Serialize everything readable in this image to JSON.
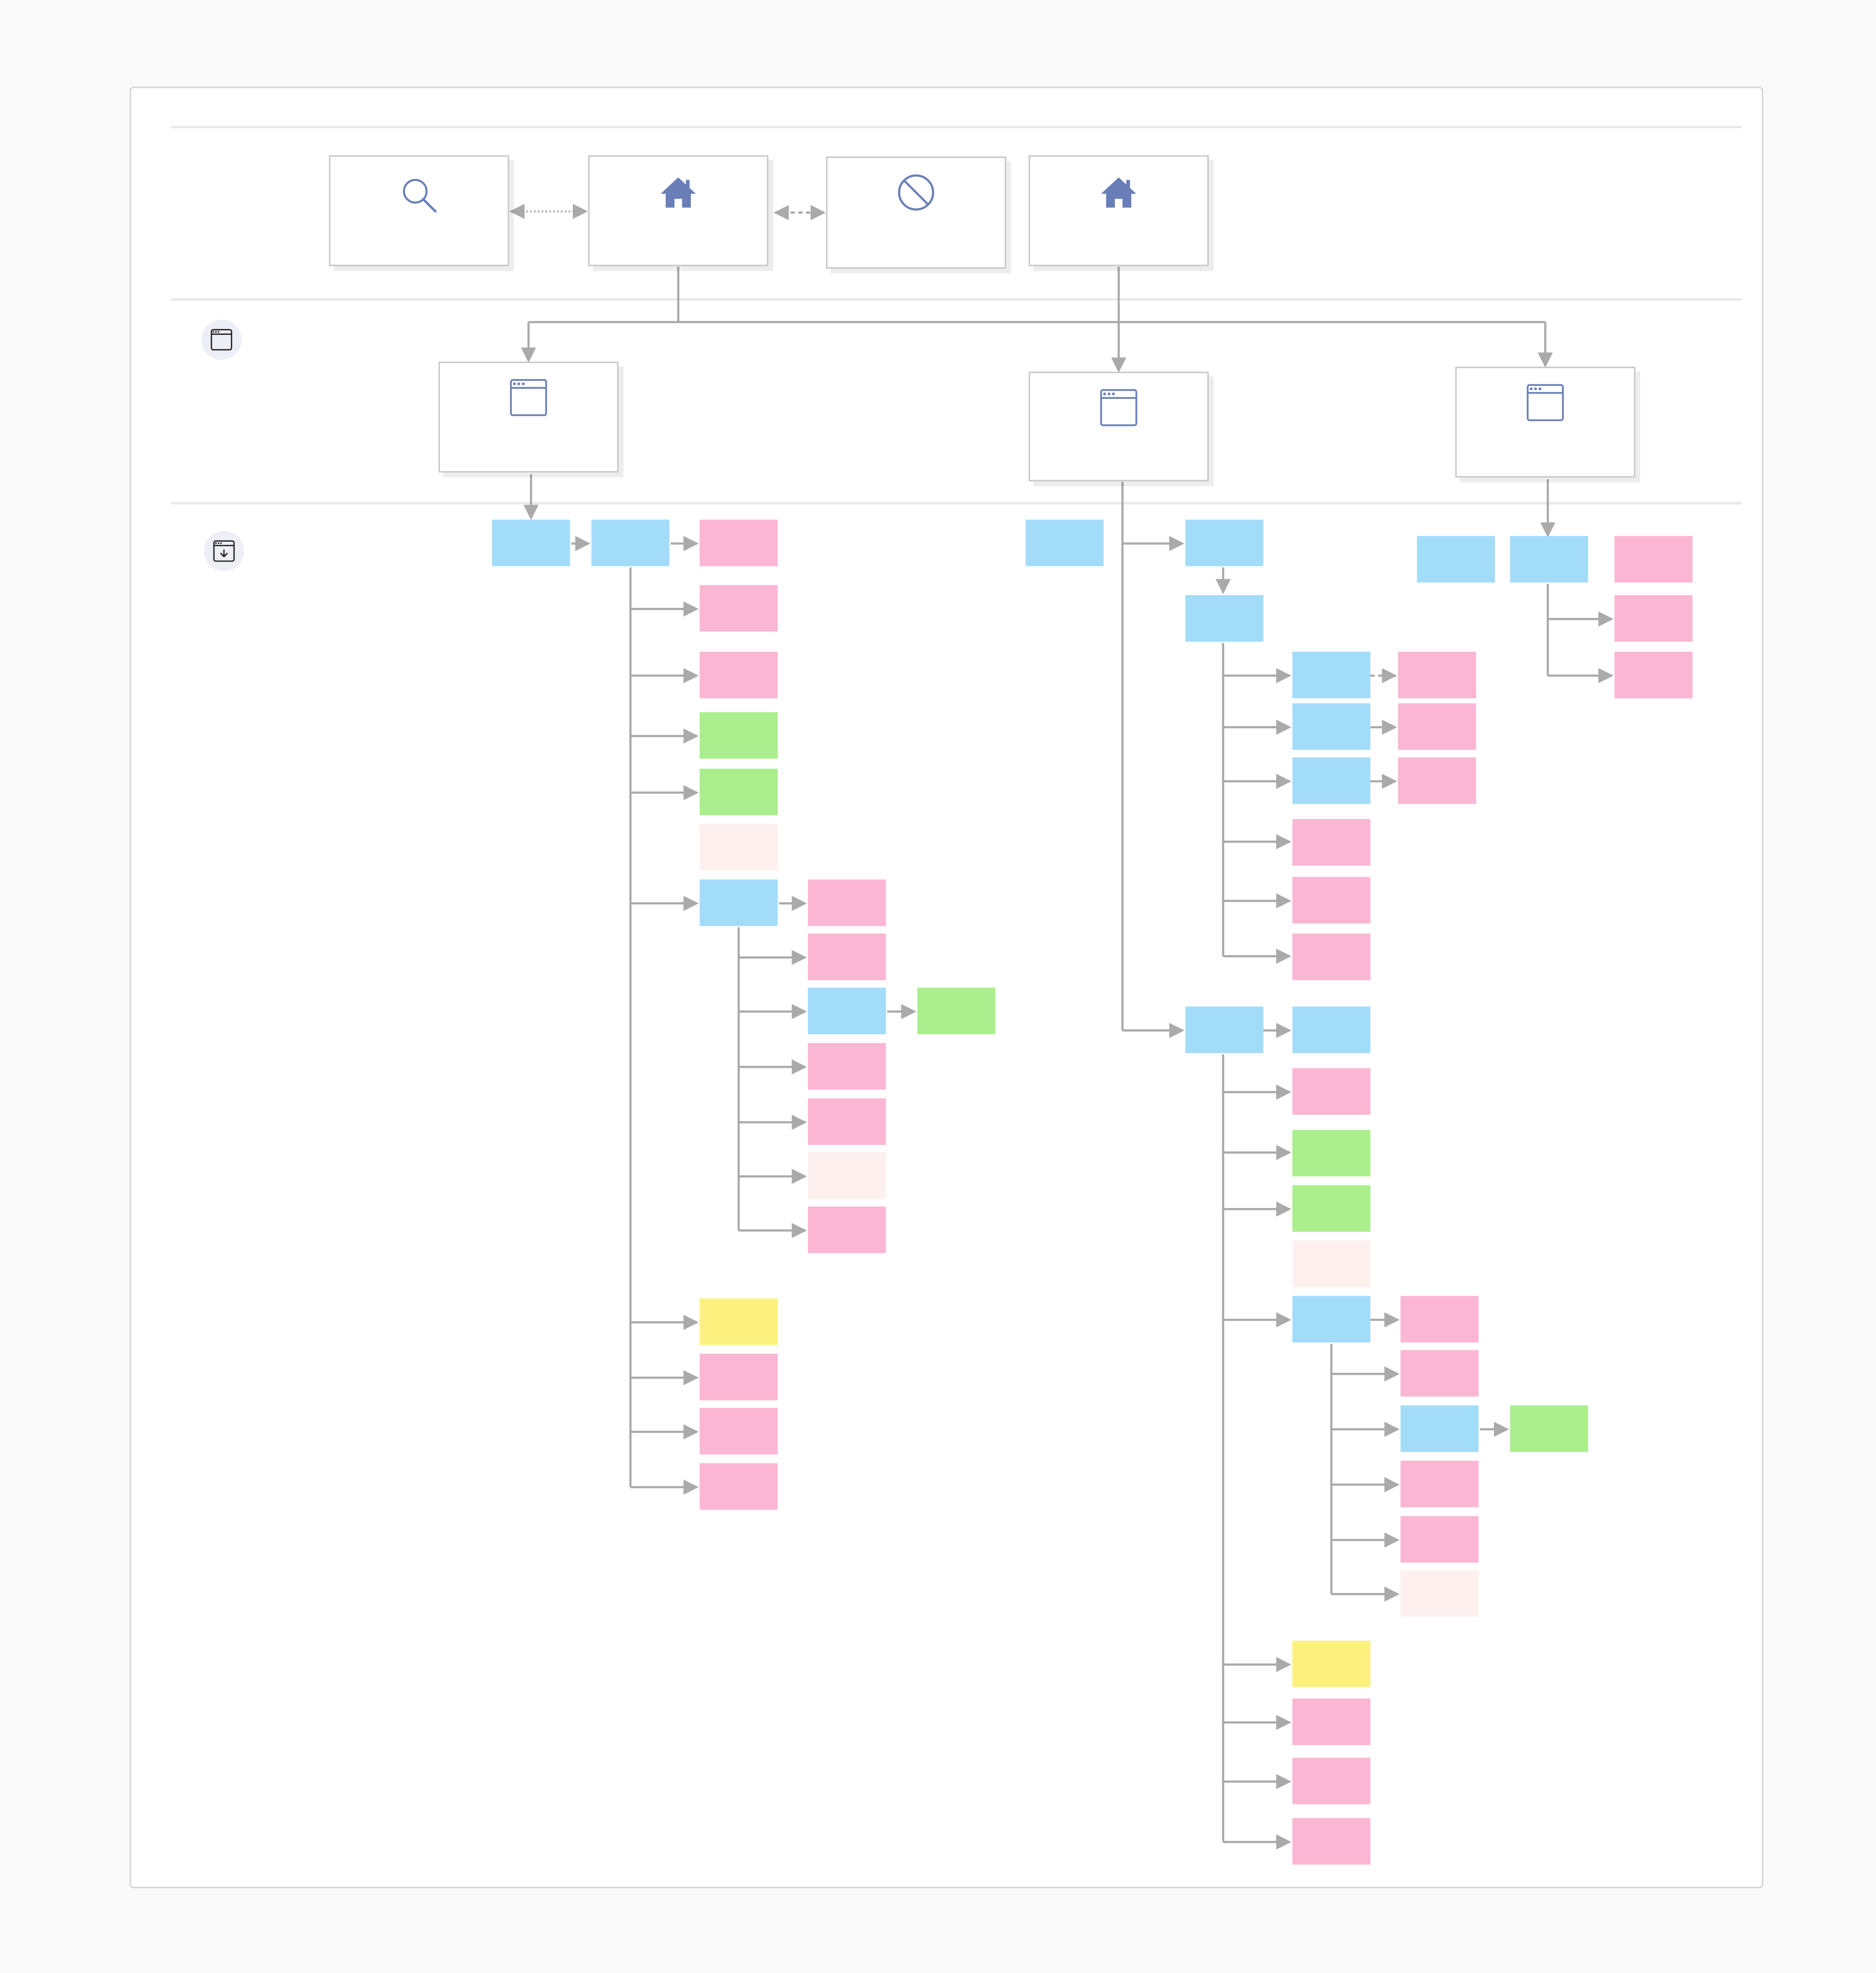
{
  "colors": {
    "page_bg": "#fafafa",
    "frame_bg": "#ffffff",
    "frame_border": "#d6d6d6",
    "lane_line": "#e8e8e8",
    "connector": "#aaaaaa",
    "icon": "#6a7fb8",
    "page_box_border": "#c8c8c8",
    "blue": "#a3dcf9",
    "pink": "#fbb6d4",
    "green": "#abee8d",
    "yellow": "#fcf17e",
    "faint": "#fff0f0"
  },
  "lanes": [
    {
      "name": "top-level-lane",
      "icon": ""
    },
    {
      "name": "page-lane",
      "icon": "browser-window-icon"
    },
    {
      "name": "content-lane",
      "icon": "download-window-icon"
    }
  ],
  "page_nodes": [
    {
      "id": "search-page",
      "icon": "search-icon"
    },
    {
      "id": "home-page",
      "icon": "home-icon"
    },
    {
      "id": "blocked-page",
      "icon": "blocked-icon"
    },
    {
      "id": "home-page-2",
      "icon": "home-icon"
    },
    {
      "id": "window-page-1",
      "icon": "browser-window-icon"
    },
    {
      "id": "window-page-2",
      "icon": "browser-window-icon"
    },
    {
      "id": "window-page-3",
      "icon": "browser-window-icon"
    }
  ],
  "legend_swatches": [
    "blue",
    "pink",
    "green",
    "yellow",
    "faint"
  ]
}
